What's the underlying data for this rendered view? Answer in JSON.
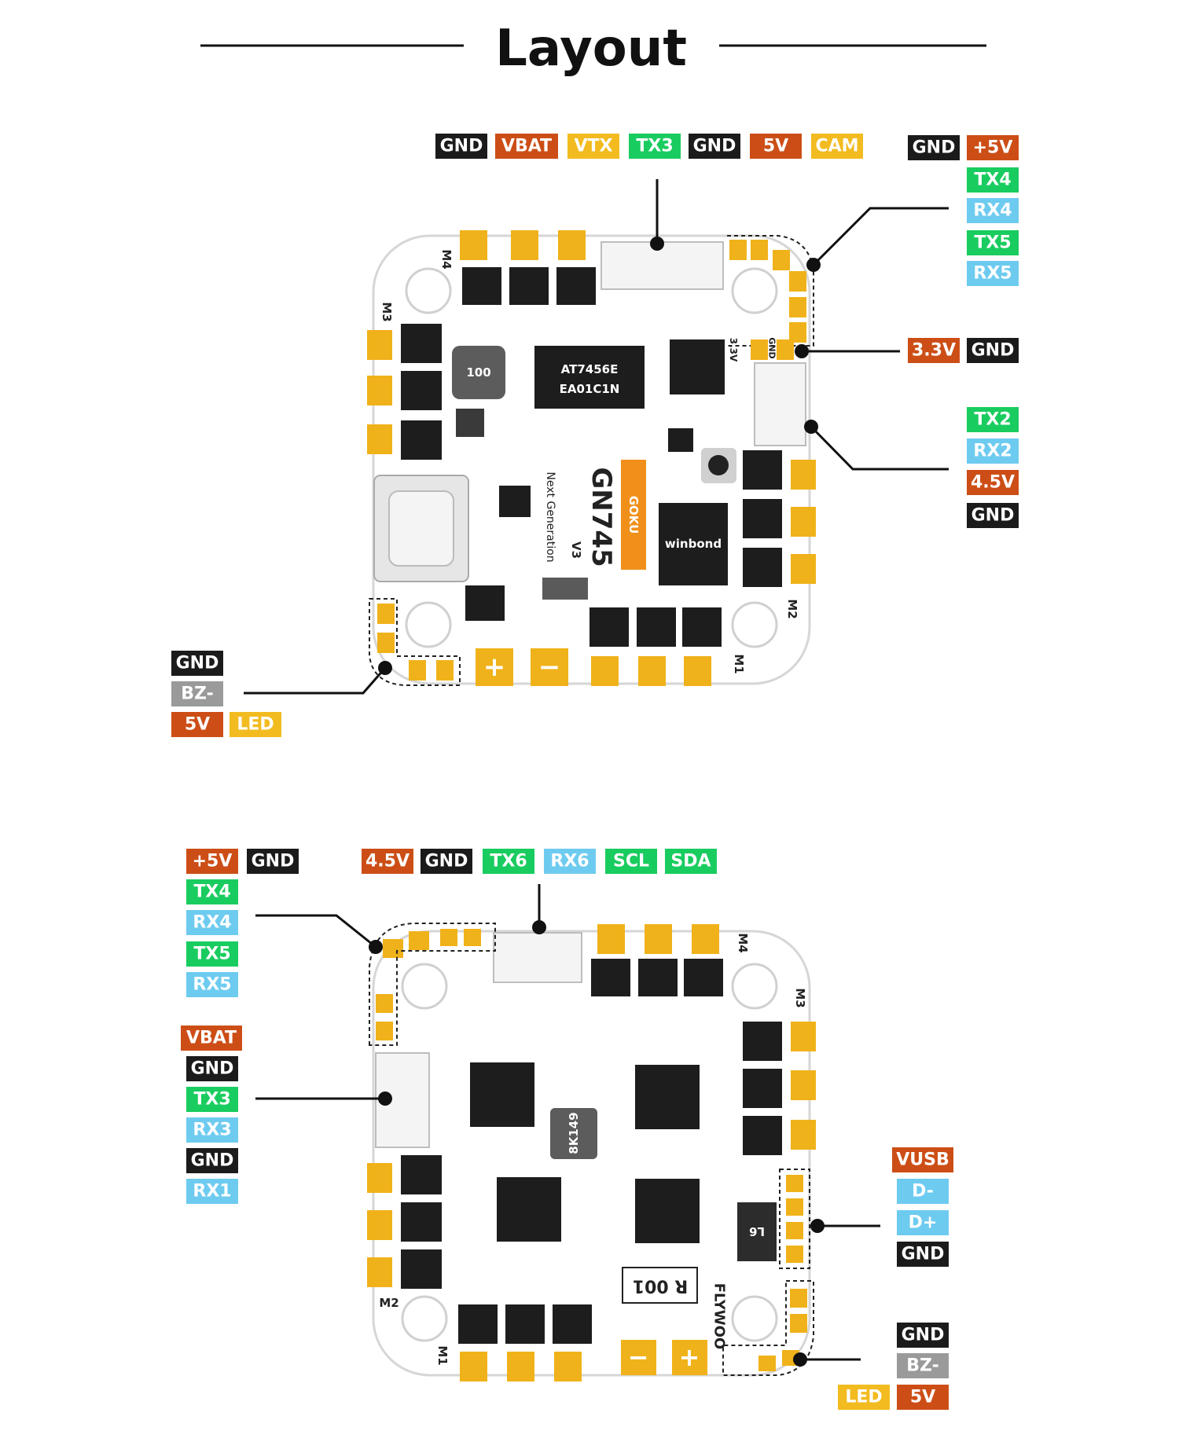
{
  "title": "Layout",
  "colors": {
    "gnd": "#1b1b1b",
    "power": "#cc4e16",
    "yellow": "#f2bb1f",
    "tx": "#19cc5f",
    "rx": "#6ecbf0",
    "gray": "#9a9a9a",
    "pad": "#f0b21a",
    "chip": "#1d1d1d",
    "board": "#ffffff",
    "line": "#111111"
  },
  "board_top": {
    "connector_top": [
      "GND",
      "VBAT",
      "VTX",
      "TX3",
      "GND",
      "5V",
      "CAM"
    ],
    "top_right_row": [
      "GND",
      "+5V"
    ],
    "top_right_col": [
      "TX4",
      "RX4",
      "TX5",
      "RX5"
    ],
    "i2c_pins": [
      "3.3V",
      "GND"
    ],
    "right_connector": [
      "TX2",
      "RX2",
      "4.5V",
      "GND"
    ],
    "bottom_left": [
      "GND",
      "BZ-"
    ],
    "bottom_left_row": [
      "5V",
      "LED"
    ],
    "motors": [
      "M1",
      "M2",
      "M3",
      "M4"
    ],
    "silk": {
      "mcu": "AT7456E",
      "mcu2": "EA01C1N",
      "inductor": "100",
      "brand": "GOKU",
      "model": "GN745",
      "version": "V3",
      "tagline": "Next Generation",
      "flash": "winbond",
      "pad_3v3": "3.3V",
      "pad_gnd": "GND",
      "minus": "−",
      "plus": "+"
    }
  },
  "board_bottom": {
    "left_top_row": [
      "+5V",
      "GND"
    ],
    "left_col": [
      "TX4",
      "RX4",
      "TX5",
      "RX5"
    ],
    "connector_top": [
      "4.5V",
      "GND",
      "TX6",
      "RX6",
      "SCL",
      "SDA"
    ],
    "left_connector": [
      "VBAT",
      "GND",
      "TX3",
      "RX3",
      "GND",
      "RX1"
    ],
    "usb_pads": [
      "VUSB",
      "D-",
      "D+",
      "GND"
    ],
    "bottom_right": [
      "GND",
      "BZ-"
    ],
    "bottom_right_row": [
      "LED",
      "5V"
    ],
    "motors": [
      "M1",
      "M2",
      "M3",
      "M4"
    ],
    "silk": {
      "resistor": "R 001",
      "brand": "FLYWOO",
      "diode": "L6",
      "inductor": "8K149",
      "plus": "+",
      "minus": "−"
    }
  }
}
